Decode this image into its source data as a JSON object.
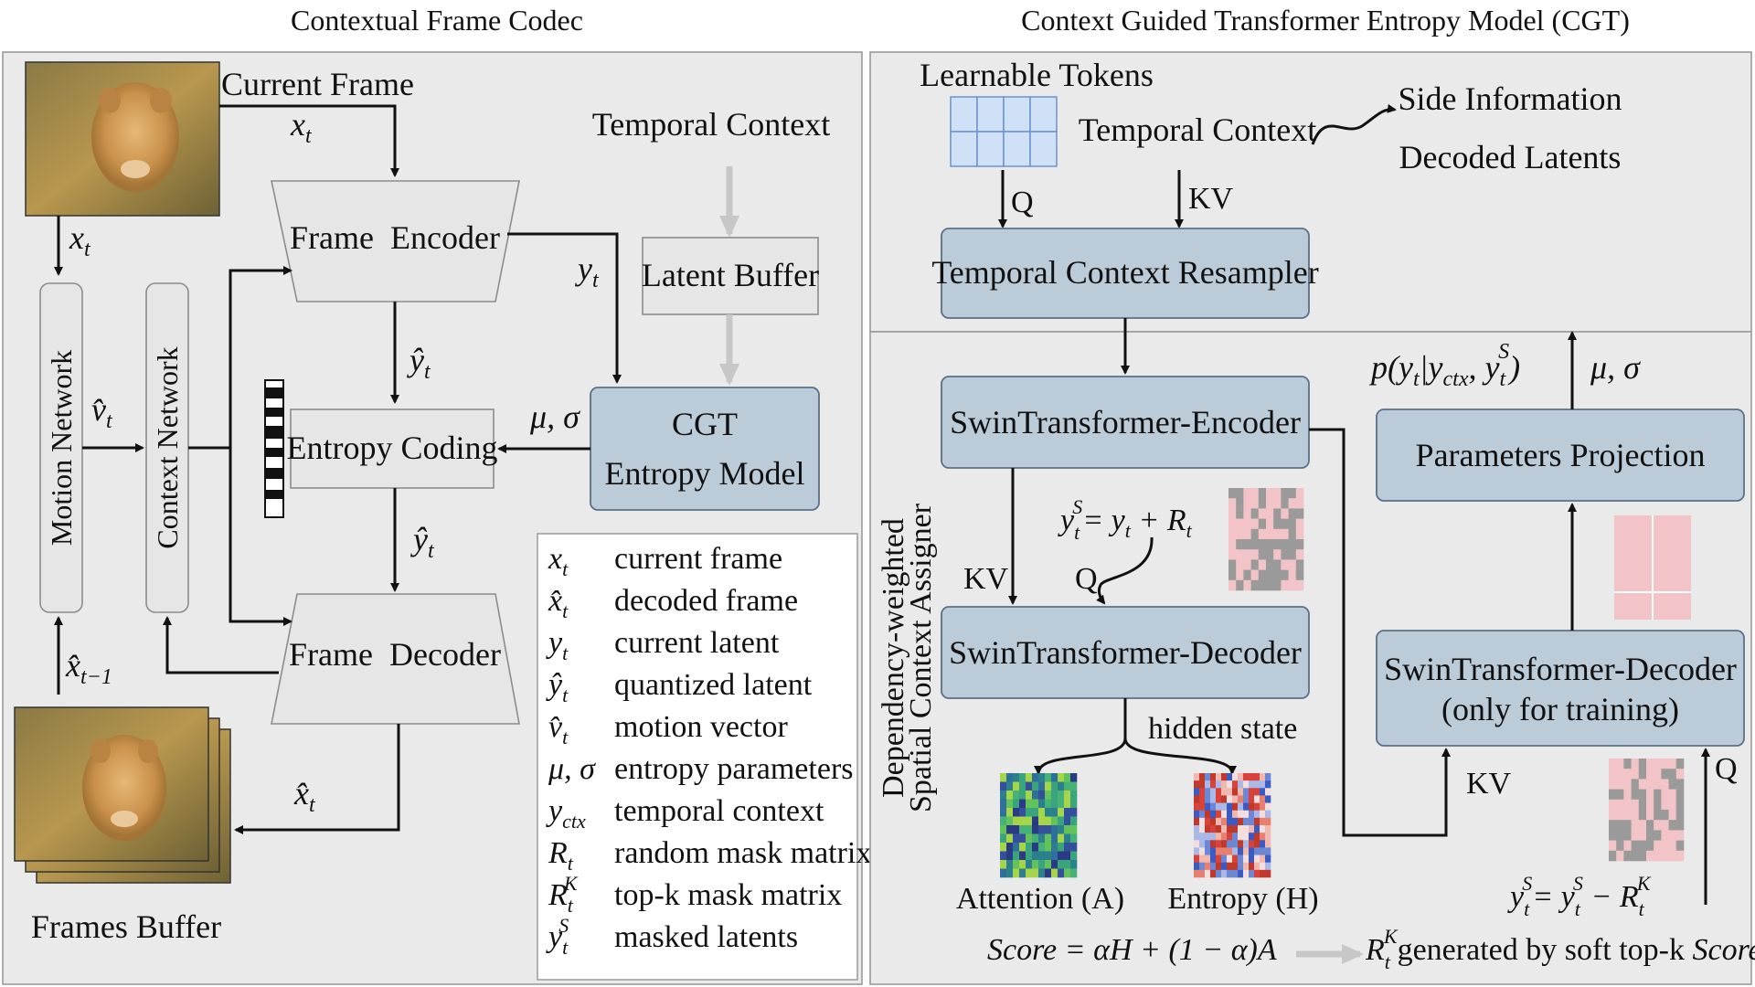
{
  "left_panel": {
    "title": "Contextual Frame Codec",
    "current_frame": "Current Frame",
    "temporal_context": "Temporal Context",
    "frame_encoder": "Frame  Encoder",
    "latent_buffer": "Latent Buffer",
    "cgt_line1": "CGT",
    "cgt_line2": "Entropy Model",
    "entropy_coding": "Entropy Coding",
    "frame_decoder": "Frame  Decoder",
    "motion_network": "Motion Network",
    "context_network": "Context Network",
    "frames_buffer": "Frames Buffer",
    "sym_xt": "x",
    "sym_yt": "y",
    "sym_yhat": "ŷ",
    "sym_vhat": "v̂",
    "sym_xhat": "x̂",
    "sub_t": "t",
    "sub_t1": "t−1",
    "mu_sigma": "μ, σ"
  },
  "legend": [
    {
      "sym": "x",
      "sub": "t",
      "sup": "",
      "desc": "current frame"
    },
    {
      "sym": "x̂",
      "sub": "t",
      "sup": "",
      "desc": "decoded frame"
    },
    {
      "sym": "y",
      "sub": "t",
      "sup": "",
      "desc": "current latent"
    },
    {
      "sym": "ŷ",
      "sub": "t",
      "sup": "",
      "desc": "quantized latent"
    },
    {
      "sym": "v̂",
      "sub": "t",
      "sup": "",
      "desc": "motion vector"
    },
    {
      "sym": "μ, σ",
      "sub": "",
      "sup": "",
      "desc": "entropy parameters"
    },
    {
      "sym": "y",
      "sub": "ctx",
      "sup": "",
      "desc": "temporal context"
    },
    {
      "sym": "R",
      "sub": "t",
      "sup": "",
      "desc": "random mask matrix"
    },
    {
      "sym": "R",
      "sub": "t",
      "sup": "K",
      "desc": "top-k mask matrix"
    },
    {
      "sym": "y",
      "sub": "t",
      "sup": "S",
      "desc": "masked latents"
    }
  ],
  "right_panel": {
    "title": "Context Guided Transformer Entropy Model (CGT)",
    "learnable_tokens": "Learnable Tokens",
    "temporal_context": "Temporal Context",
    "side_info": "Side Information",
    "decoded_latents": "Decoded Latents",
    "q": "Q",
    "kv": "KV",
    "resampler": "Temporal Context Resampler",
    "swin_encoder": "SwinTransformer-Encoder",
    "swin_decoder": "SwinTransformer-Decoder",
    "swin_decoder2_line1": "SwinTransformer-Decoder",
    "swin_decoder2_line2": "(only for training)",
    "params_proj": "Parameters Projection",
    "prob_expr": "p(y",
    "mu_sigma": "μ, σ",
    "side_label_line1": "Dependency-weighted",
    "side_label_line2": "Spatial Context Assigner",
    "mask_eq": "= y",
    "plus_r": " + R",
    "hidden_state": "hidden state",
    "attention": "Attention (A)",
    "entropy": "Entropy (H)",
    "score_eq": "Score = αH + (1 − α)A",
    "rk_tail": "generated by soft top-k ",
    "score_word": "Score",
    "ys_eq": "= y",
    "minus_rk": " − R"
  },
  "colors": {
    "panel_bg": "#eaeaea",
    "blue_box": "#bccbd8",
    "gray_box": "#e6e6e6",
    "mask_pink": "#f2c4c8",
    "mask_gray": "#9a9a9a"
  }
}
